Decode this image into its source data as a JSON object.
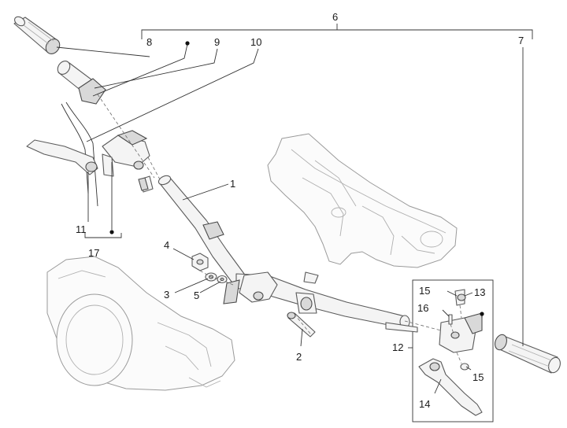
{
  "callouts": {
    "c1": "1",
    "c2": "2",
    "c3": "3",
    "c4": "4",
    "c5": "5",
    "c6": "6",
    "c7": "7",
    "c8": "8",
    "c9": "9",
    "c10": "10",
    "c11": "11",
    "c12": "12",
    "c13": "13",
    "c14": "14",
    "c15a": "15",
    "c15b": "15",
    "c16": "16",
    "c17": "17"
  }
}
